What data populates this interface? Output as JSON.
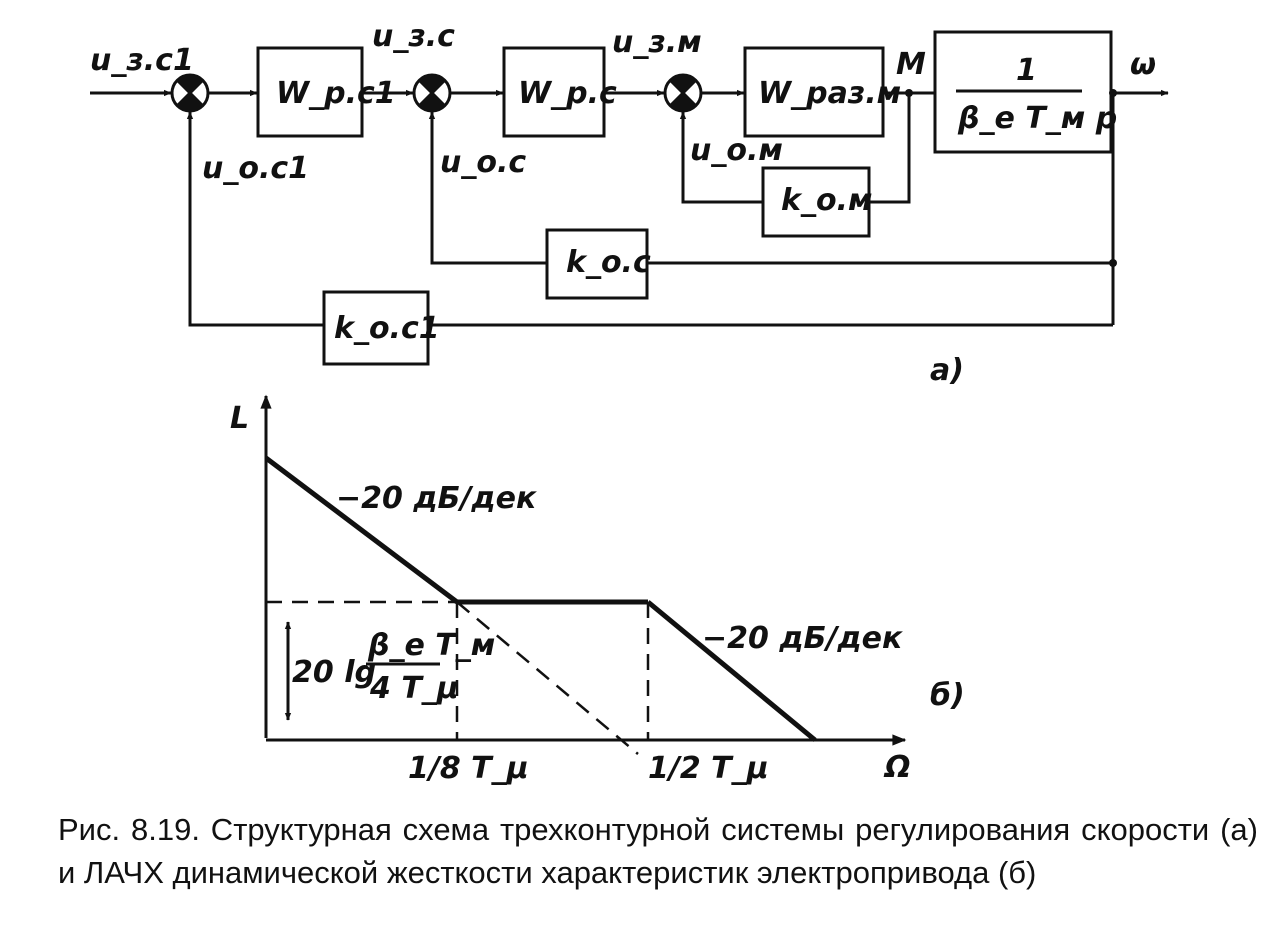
{
  "block_diagram": {
    "input_signal": "u_з.с1",
    "output_signal": "ω",
    "moment_label": "M",
    "signals": {
      "u_zs": "u_з.с",
      "u_zm": "u_з.м",
      "u_os1": "u_о.с1",
      "u_os": "u_о.с",
      "u_om": "u_о.м"
    },
    "blocks": {
      "w_rs1": "W_р.с1",
      "w_rs": "W_р.с",
      "w_razm": "W_раз.м",
      "plant_num": "1",
      "plant_den": "β_e T_м p",
      "k_om": "k_о.м",
      "k_os": "k_о.с",
      "k_os1": "k_о.с1"
    },
    "panel_label": "а)"
  },
  "lafc_chart": {
    "y_axis_label": "L",
    "x_axis_label": "Ω",
    "slope_label_1": "−20 дБ/дек",
    "slope_label_2": "−20 дБ/дек",
    "level_label": "20 lg",
    "level_fraction_num": "β_e T_м",
    "level_fraction_den": "4 T_μ",
    "tick_1": "1/8 T_μ",
    "tick_2": "1/2 T_μ",
    "panel_label": "б)"
  },
  "caption": {
    "text": "Рис. 8.19. Структурная схема трехконтурной системы регулирования скорости (а) и ЛАЧХ динамической жесткости характеристик электропривода (б)"
  }
}
